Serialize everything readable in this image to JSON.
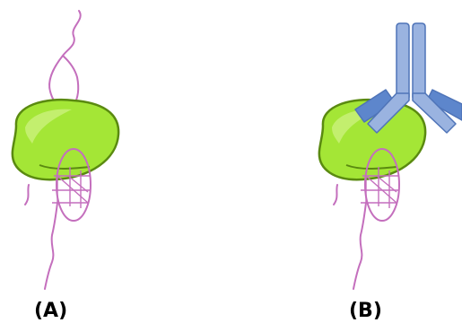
{
  "panels": [
    {
      "label": "(A)"
    },
    {
      "label": "(B)"
    }
  ],
  "colors": {
    "protein_fill": "#a4e636",
    "protein_fill_light": "#c3ef6e",
    "protein_stroke": "#5a8a10",
    "chain": "#c46fbd",
    "antibody_heavy": "#9ab3e0",
    "antibody_light": "#5d86cc",
    "antibody_stroke": "#4f74b8"
  },
  "icons": {
    "protein": "globular-protein-blob",
    "chain": "unfolded-polypeptide-chain",
    "antibody": "y-shaped-antibody"
  }
}
